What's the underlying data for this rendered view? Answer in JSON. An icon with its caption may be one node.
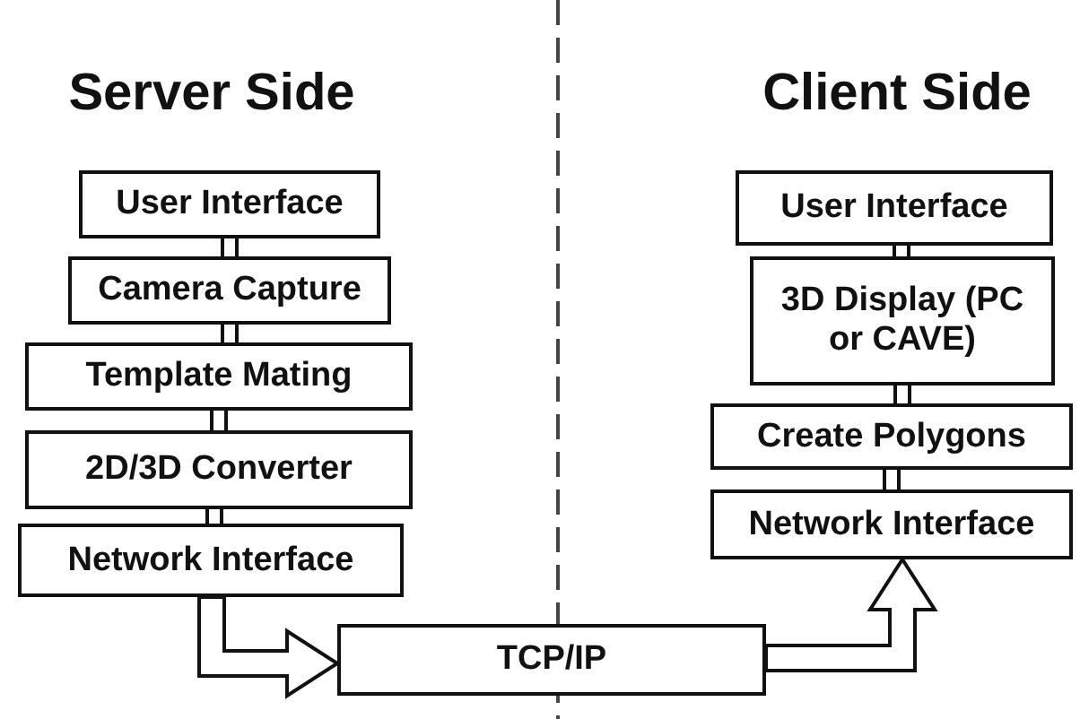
{
  "diagram": {
    "nodes": [
      {
        "text": [
          "User Interface"
        ]
      },
      {
        "text": [
          "Camera Capture"
        ]
      },
      {
        "text": [
          "Template Mating"
        ]
      },
      {
        "text": [
          "2D/3D Converter"
        ]
      },
      {
        "text": [
          "Network Interface"
        ]
      },
      {
        "text": [
          "TCP/IP"
        ]
      },
      {
        "text": [
          "User Interface"
        ]
      },
      {
        "text": [
          "3D Display (PC or CAVE)"
        ]
      },
      {
        "text": [
          "Create Polygons"
        ]
      },
      {
        "text": [
          "Network Interface"
        ]
      }
    ],
    "edges": [
      {
        "from": 0,
        "to": 1,
        "arrow": "none"
      },
      {
        "from": 1,
        "to": 2,
        "arrow": "none"
      },
      {
        "from": 2,
        "to": 3,
        "arrow": "none"
      },
      {
        "from": 3,
        "to": 4,
        "arrow": "none"
      },
      {
        "from": 4,
        "to": 5,
        "arrow": "to"
      },
      {
        "from": 5,
        "to": 9,
        "arrow": "to"
      },
      {
        "from": 9,
        "to": 8,
        "arrow": "none"
      },
      {
        "from": 8,
        "to": 7,
        "arrow": "none"
      },
      {
        "from": 7,
        "to": 6,
        "arrow": "none"
      }
    ],
    "labels": [
      "Server Side",
      "Client Side"
    ]
  }
}
